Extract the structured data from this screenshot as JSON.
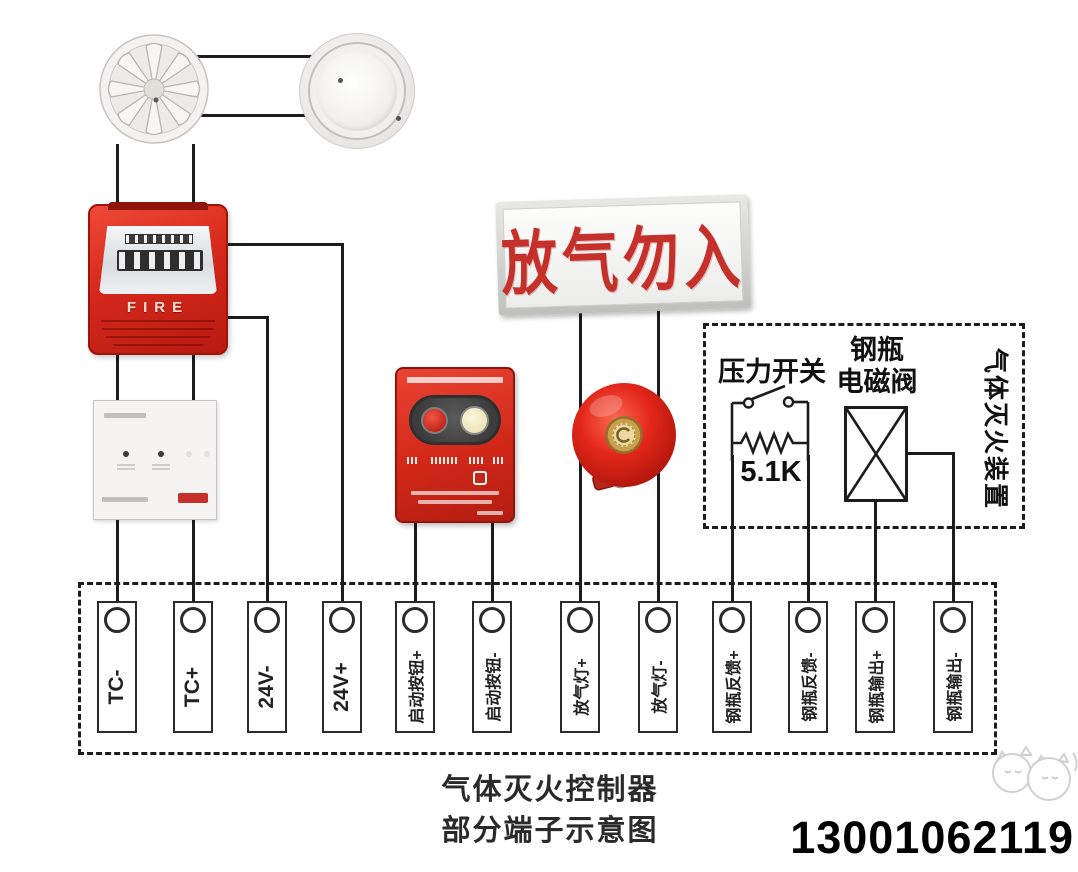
{
  "devices": {
    "strobe": {
      "label": "FIRE"
    },
    "sign": {
      "text": "放气勿入"
    },
    "pressure_switch": {
      "title": "压力开关",
      "resistor": "5.1K"
    },
    "solenoid": {
      "line1": "钢瓶",
      "line2": "电磁阀"
    },
    "gas_box": {
      "label": "气体灭火装置"
    }
  },
  "terminals": [
    "TC-",
    "TC+",
    "24V-",
    "24V+",
    "启动按钮+",
    "启动按钮-",
    "放气灯+",
    "放气灯-",
    "钢瓶反馈+",
    "钢瓶反馈-",
    "钢瓶输出+",
    "钢瓶输出-"
  ],
  "caption": {
    "line1": "气体灭火控制器",
    "line2": "部分端子示意图"
  },
  "phone": "13001062119"
}
